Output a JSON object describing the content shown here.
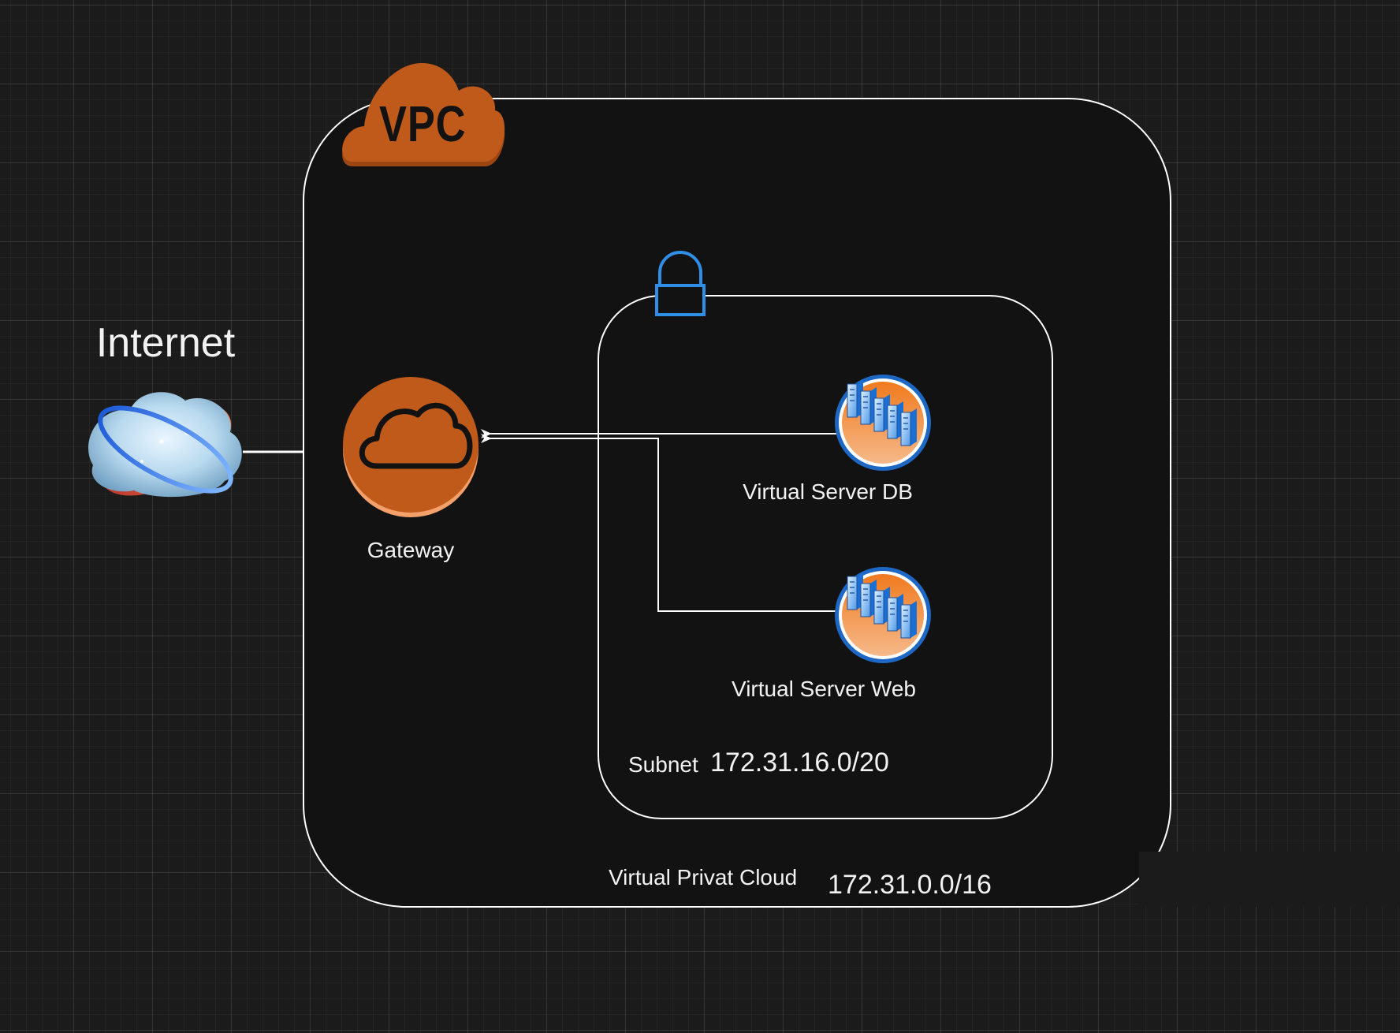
{
  "diagram": {
    "internet": {
      "label": "Internet"
    },
    "vpc": {
      "badge": "VPC",
      "title": "Virtual Privat Cloud",
      "cidr": "172.31.0.0/16",
      "badge_color": "#c05a1b"
    },
    "gateway": {
      "label": "Gateway",
      "color": "#c05a1b"
    },
    "subnet": {
      "title": "Subnet",
      "cidr": "172.31.16.0/20",
      "lock_color": "#2f8fe6"
    },
    "servers": [
      {
        "label": "Virtual Server DB"
      },
      {
        "label": "Virtual Server Web"
      }
    ],
    "edges": [
      {
        "from": "internet",
        "to": "vpc"
      },
      {
        "from": "servers.0",
        "to": "gateway"
      },
      {
        "from": "servers.1",
        "to": "gateway"
      }
    ]
  }
}
